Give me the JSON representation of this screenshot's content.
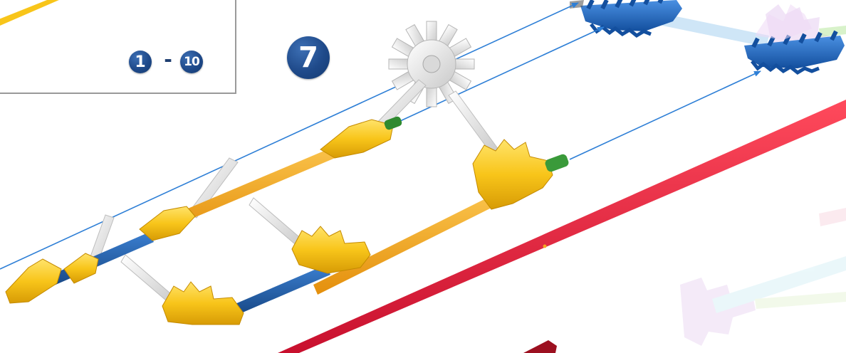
{
  "inset": {
    "range_start": "1",
    "range_separator": "-",
    "range_end": "10"
  },
  "step": {
    "number": "7"
  },
  "colors": {
    "badge_blue": "#1f4a8a",
    "yellow_part": "#f8c51a",
    "orange_rod": "#f5a623",
    "blue_rod": "#1d5fa8",
    "blue_gear": "#1f6ec9",
    "white_part": "#eeeeee",
    "green_cap": "#3a9a3a",
    "red_rod": "#e6233a",
    "guide_line": "#2e7fd6"
  },
  "icons": {
    "step_badge": "circle-number",
    "arrow": "arrowhead"
  }
}
